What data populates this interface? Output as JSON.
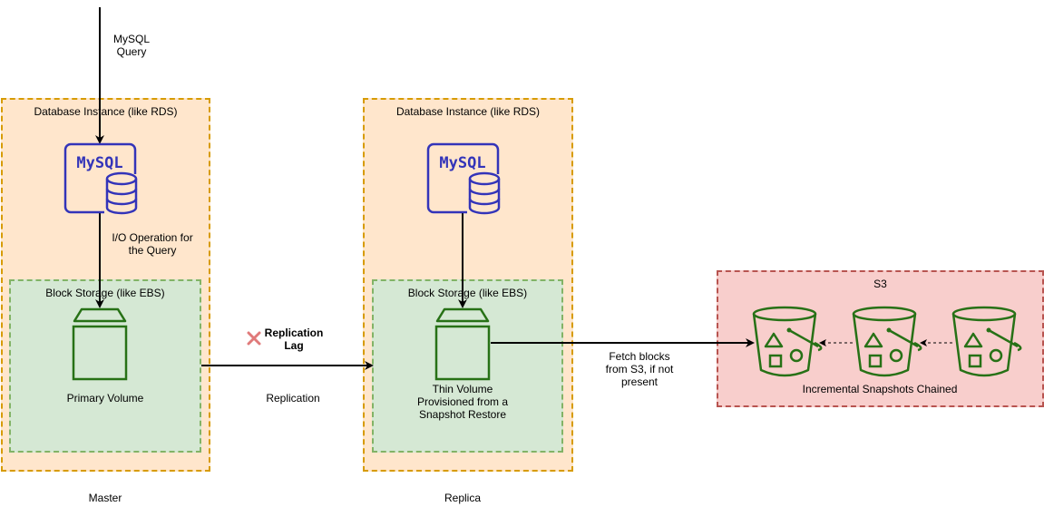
{
  "query_label": "MySQL Query",
  "master": {
    "instance_label": "Database Instance (like RDS)",
    "io_label": "I/O Operation for the Query",
    "storage_label": "Block Storage (like EBS)",
    "volume_label": "Primary Volume",
    "footer": "Master"
  },
  "replica": {
    "instance_label": "Database Instance (like RDS)",
    "storage_label": "Block Storage (like EBS)",
    "volume_label": "Thin Volume Provisioned from a Snapshot Restore",
    "footer": "Replica"
  },
  "replication": {
    "lag_label": "Replication Lag",
    "label": "Replication"
  },
  "fetch_label": "Fetch blocks from S3, if not present",
  "s3": {
    "title": "S3",
    "snapshots_label": "Incremental Snapshots Chained"
  },
  "icons": {
    "mysql_text": "MySQL",
    "mysql_color": "#3334b9",
    "volume_color": "#277116",
    "bucket_color": "#277116",
    "lag_x_color": "#e07a7a"
  }
}
